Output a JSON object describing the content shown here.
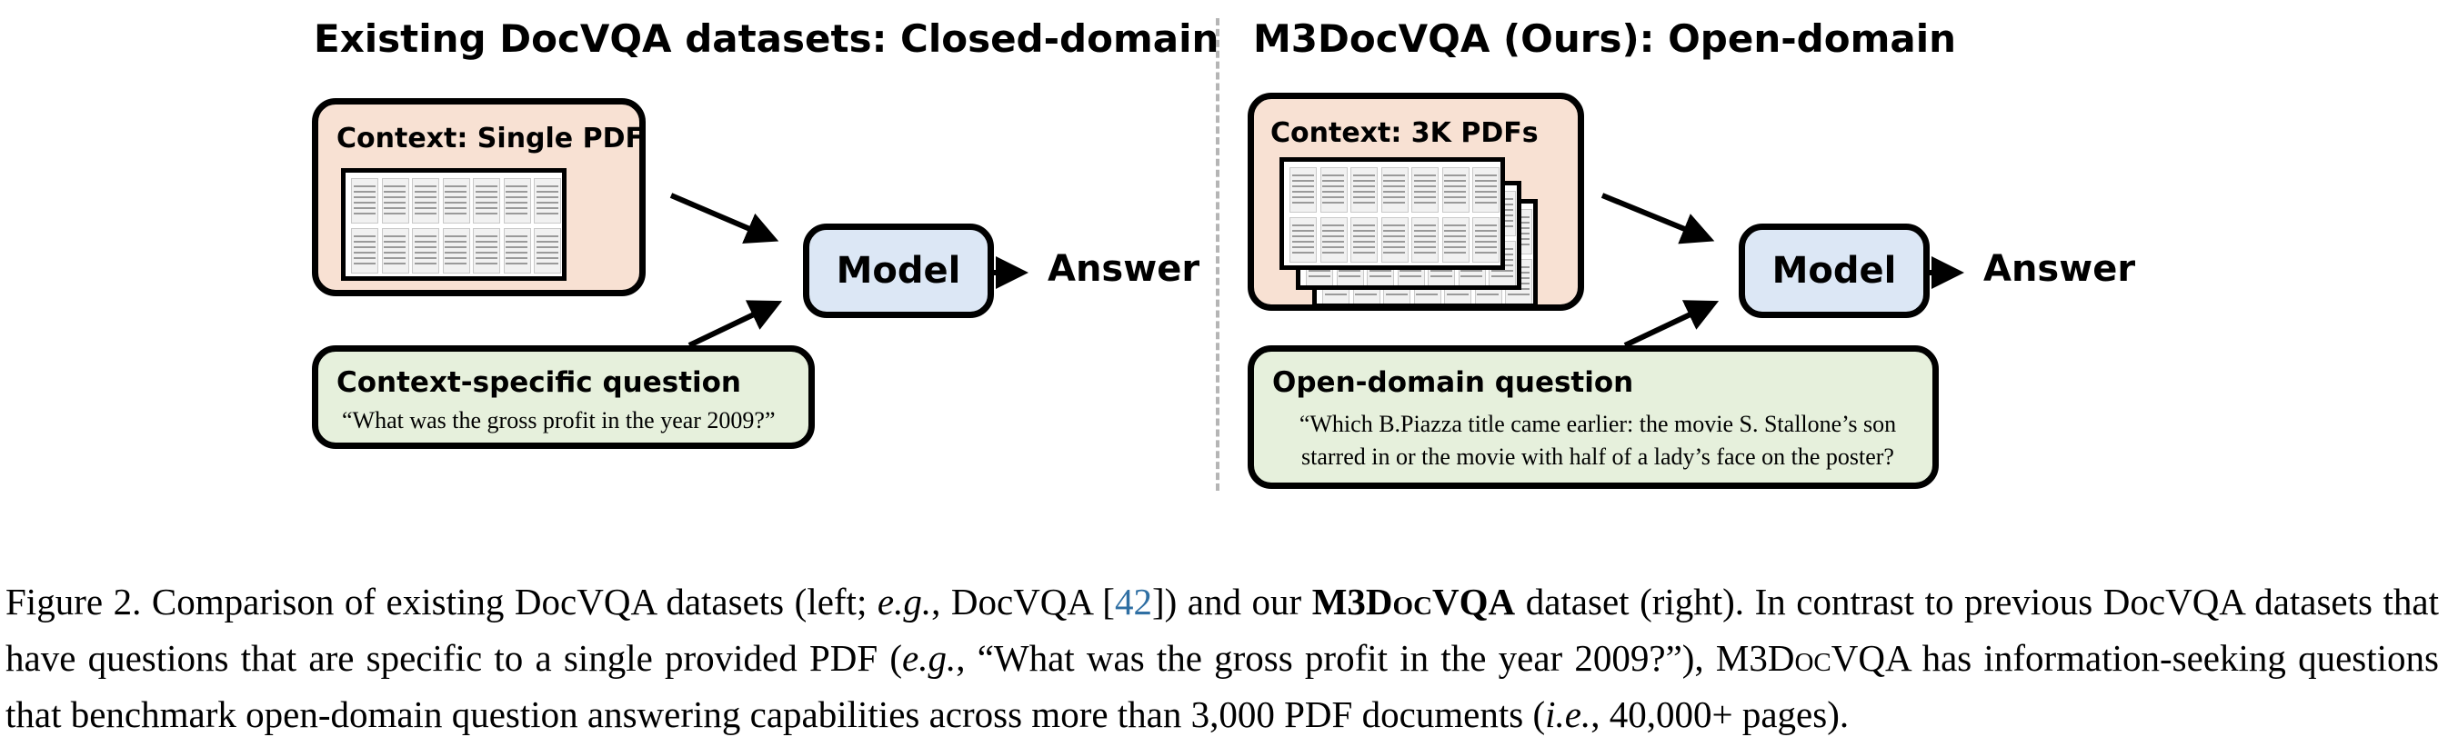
{
  "left_panel": {
    "title": "Existing DocVQA datasets: Closed-domain",
    "context_label": "Context: Single PDF",
    "model_label": "Model",
    "answer_label": "Answer",
    "question_label": "Context-specific question",
    "question_text": "“What was the gross profit in the year 2009?”"
  },
  "right_panel": {
    "title": "M3DocVQA (Ours): Open-domain",
    "context_label": "Context: 3K PDFs",
    "model_label": "Model",
    "answer_label": "Answer",
    "question_label": "Open-domain question",
    "question_text": "“Which B.Piazza title came earlier: the movie S. Stallone’s son starred in or the movie with half of a lady’s face on the poster?"
  },
  "caption": {
    "figure_label": "Figure 2.",
    "s1_a": "Comparison of existing DocVQA datasets (left; ",
    "eg1": "e.g.",
    "s1_b": ", DocVQA [",
    "ref": "42",
    "s1_c": "]) and our ",
    "dataset_bold": "M3DocVQA",
    "s1_d": " dataset (right). In contrast to previous DocVQA datasets that have questions that are specific to a single provided PDF (",
    "eg2": "e.g.",
    "s1_e": ", “What was the gross profit in the year 2009?”), ",
    "dataset_plain": "M3DocVQA",
    "s1_f": " has information-seeking questions that benchmark open-domain question answering capabilities across more than 3,000 PDF documents (",
    "ie": "i.e.",
    "s1_g": ", 40,000+ pages)."
  }
}
